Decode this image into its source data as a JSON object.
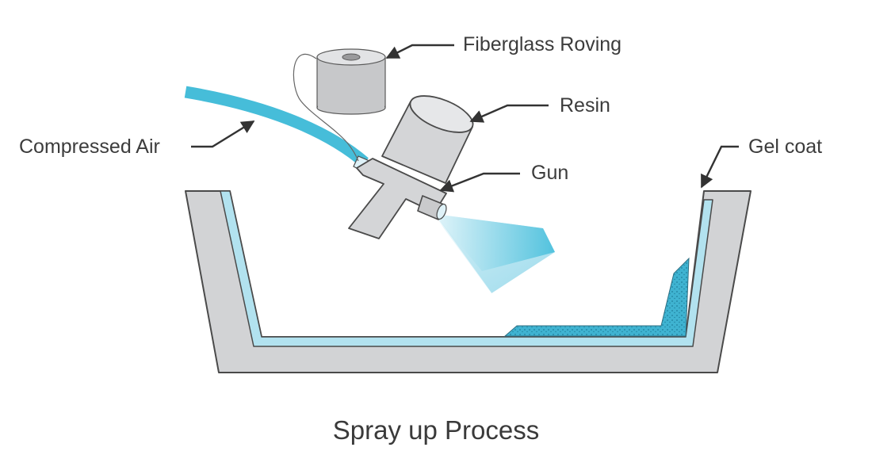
{
  "labels": {
    "fiberglass_roving": "Fiberglass Roving",
    "resin": "Resin",
    "compressed_air": "Compressed Air",
    "gun": "Gun",
    "gel_coat": "Gel coat"
  },
  "caption": "Spray up Process",
  "colors": {
    "mold": "#d2d3d5",
    "outline": "#4a4a4a",
    "gel_coat": "#b2e2ef",
    "laminate": "#3fb3d1",
    "hose": "#46bdd9",
    "spray": "#7fd0e6",
    "arrow": "#333333"
  }
}
